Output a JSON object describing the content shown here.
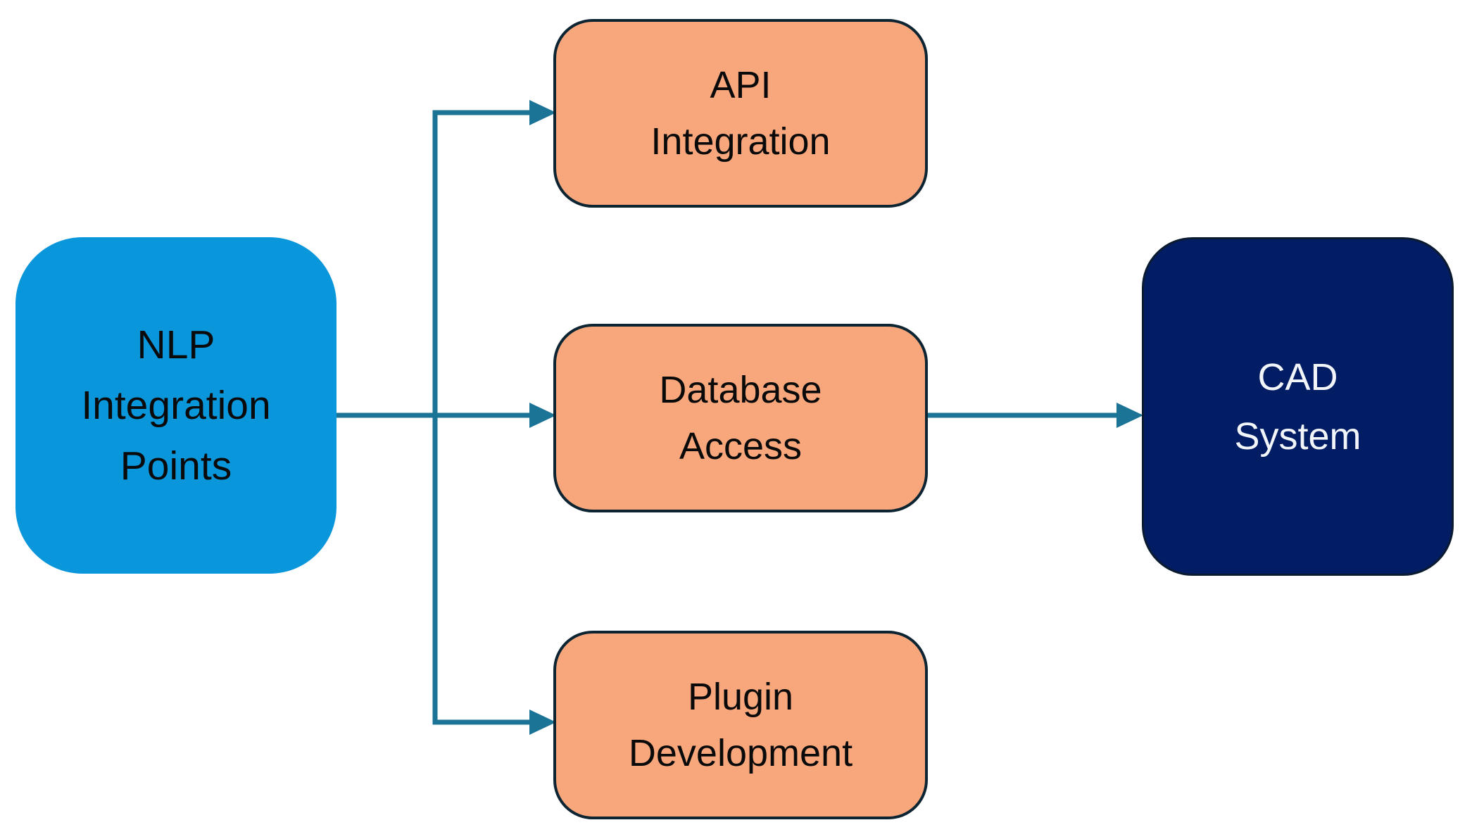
{
  "figure": {
    "type": "flow-diagram",
    "background": "#ffffff",
    "nodes": [
      {
        "id": "nlp-integration-points",
        "label": "NLP Integration Points",
        "lines": [
          "NLP",
          "Integration",
          "Points"
        ],
        "fill": "#0996db",
        "text_color": "#0a0a0a",
        "role": "source"
      },
      {
        "id": "api-integration",
        "label": "API Integration",
        "lines": [
          "API",
          "Integration"
        ],
        "fill": "#f8a77c",
        "border_color": "#0d2433",
        "text_color": "#0a0a0a",
        "role": "integration-point"
      },
      {
        "id": "database-access",
        "label": "Database Access",
        "lines": [
          "Database",
          "Access"
        ],
        "fill": "#f8a77c",
        "border_color": "#0d2433",
        "text_color": "#0a0a0a",
        "role": "integration-point"
      },
      {
        "id": "plugin-development",
        "label": "Plugin Development",
        "lines": [
          "Plugin",
          "Development"
        ],
        "fill": "#f8a77c",
        "border_color": "#0d2433",
        "text_color": "#0a0a0a",
        "role": "integration-point"
      },
      {
        "id": "cad-system",
        "label": "CAD System",
        "lines": [
          "CAD",
          "System"
        ],
        "fill": "#031d64",
        "border_color": "#0a1a30",
        "text_color": "#f2f5f9",
        "role": "target"
      }
    ],
    "edges": [
      {
        "from": "nlp-integration-points",
        "to": "api-integration"
      },
      {
        "from": "nlp-integration-points",
        "to": "database-access"
      },
      {
        "from": "nlp-integration-points",
        "to": "plugin-development"
      },
      {
        "from": "database-access",
        "to": "cad-system"
      }
    ],
    "edge_color": "#1b7396"
  }
}
